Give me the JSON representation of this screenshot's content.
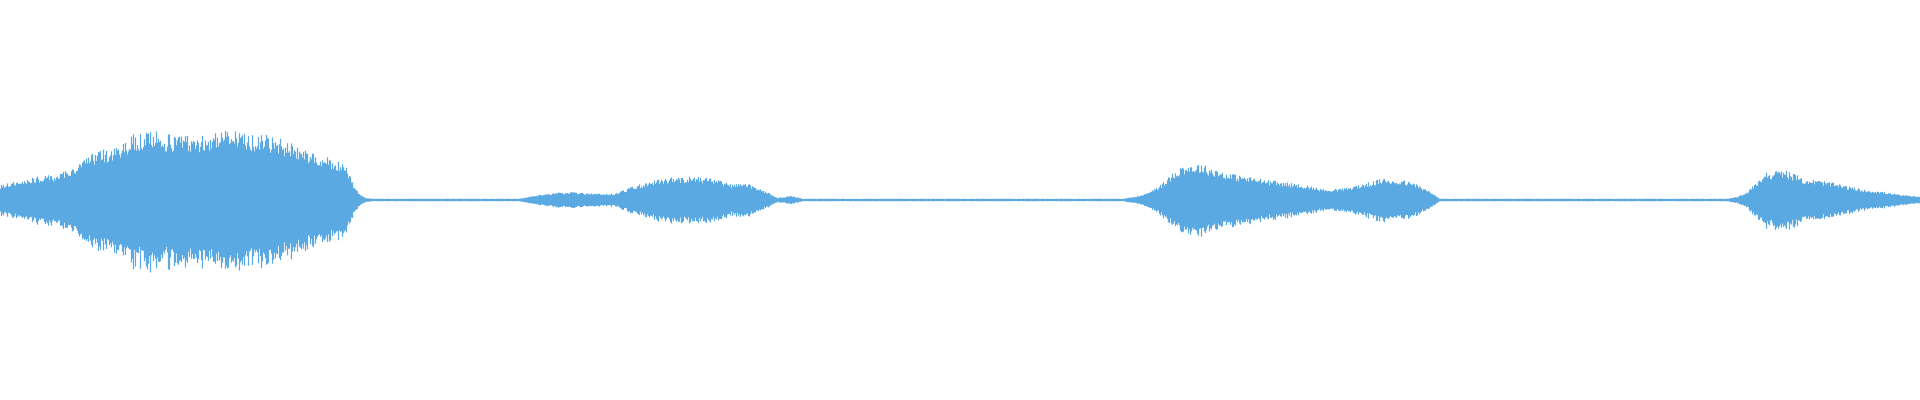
{
  "waveform": {
    "color": "#5aa9e2",
    "background": "#ffffff",
    "amplitude_envelope": [
      [
        0.0,
        0.14
      ],
      [
        0.01,
        0.18
      ],
      [
        0.02,
        0.22
      ],
      [
        0.03,
        0.24
      ],
      [
        0.04,
        0.33
      ],
      [
        0.05,
        0.46
      ],
      [
        0.06,
        0.48
      ],
      [
        0.07,
        0.62
      ],
      [
        0.08,
        0.64
      ],
      [
        0.09,
        0.61
      ],
      [
        0.1,
        0.6
      ],
      [
        0.11,
        0.63
      ],
      [
        0.12,
        0.66
      ],
      [
        0.13,
        0.62
      ],
      [
        0.14,
        0.6
      ],
      [
        0.15,
        0.55
      ],
      [
        0.16,
        0.47
      ],
      [
        0.17,
        0.4
      ],
      [
        0.18,
        0.33
      ],
      [
        0.185,
        0.1
      ],
      [
        0.19,
        0.02
      ],
      [
        0.195,
        0.012
      ],
      [
        0.27,
        0.012
      ],
      [
        0.28,
        0.045
      ],
      [
        0.29,
        0.07
      ],
      [
        0.3,
        0.075
      ],
      [
        0.31,
        0.06
      ],
      [
        0.32,
        0.06
      ],
      [
        0.33,
        0.13
      ],
      [
        0.34,
        0.18
      ],
      [
        0.35,
        0.215
      ],
      [
        0.36,
        0.22
      ],
      [
        0.37,
        0.21
      ],
      [
        0.38,
        0.15
      ],
      [
        0.39,
        0.15
      ],
      [
        0.4,
        0.07
      ],
      [
        0.405,
        0.02
      ],
      [
        0.412,
        0.04
      ],
      [
        0.418,
        0.012
      ],
      [
        0.585,
        0.012
      ],
      [
        0.595,
        0.045
      ],
      [
        0.605,
        0.15
      ],
      [
        0.615,
        0.32
      ],
      [
        0.625,
        0.34
      ],
      [
        0.64,
        0.25
      ],
      [
        0.66,
        0.19
      ],
      [
        0.68,
        0.14
      ],
      [
        0.69,
        0.1
      ],
      [
        0.7,
        0.11
      ],
      [
        0.71,
        0.15
      ],
      [
        0.72,
        0.2
      ],
      [
        0.73,
        0.19
      ],
      [
        0.738,
        0.15
      ],
      [
        0.745,
        0.08
      ],
      [
        0.75,
        0.012
      ],
      [
        0.9,
        0.012
      ],
      [
        0.905,
        0.03
      ],
      [
        0.91,
        0.07
      ],
      [
        0.915,
        0.17
      ],
      [
        0.92,
        0.26
      ],
      [
        0.93,
        0.28
      ],
      [
        0.94,
        0.2
      ],
      [
        0.95,
        0.18
      ],
      [
        0.96,
        0.14
      ],
      [
        0.97,
        0.1
      ],
      [
        0.98,
        0.08
      ],
      [
        0.99,
        0.05
      ],
      [
        1.0,
        0.03
      ]
    ]
  }
}
